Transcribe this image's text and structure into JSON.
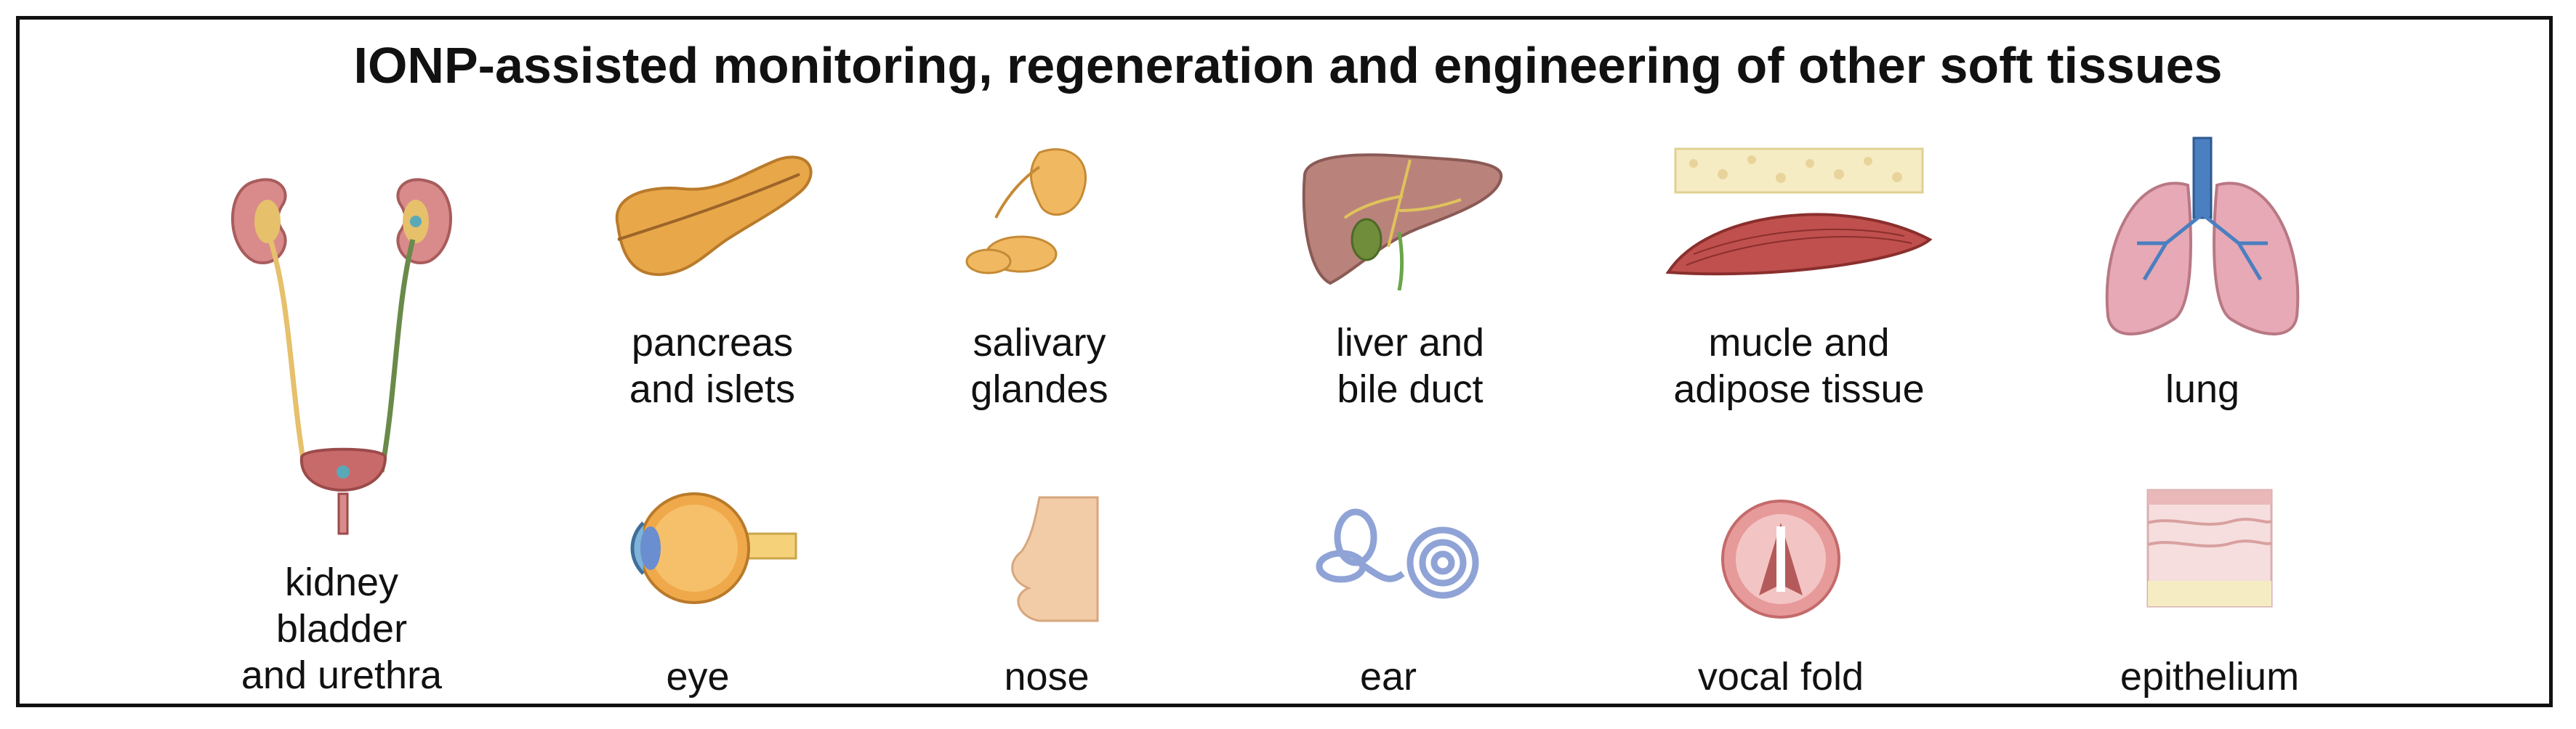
{
  "title": "IONP-assisted monitoring, regeneration and engineering of other soft tissues",
  "tissues": [
    {
      "name": "kidney-bladder-urethra",
      "lines": [
        "kidney",
        "bladder",
        "and urethra"
      ],
      "icon": "kidney-urinary-tract-icon"
    },
    {
      "name": "pancreas",
      "lines": [
        "pancreas",
        "and islets"
      ],
      "icon": "pancreas-icon"
    },
    {
      "name": "salivary",
      "lines": [
        "salivary",
        "glandes"
      ],
      "icon": "salivary-gland-icon"
    },
    {
      "name": "liver",
      "lines": [
        "liver and",
        "bile duct"
      ],
      "icon": "liver-icon"
    },
    {
      "name": "muscle",
      "lines": [
        "mucle and",
        "adipose tissue"
      ],
      "icon": "muscle-adipose-icon"
    },
    {
      "name": "lung",
      "lines": [
        "lung"
      ],
      "icon": "lung-icon"
    },
    {
      "name": "eye",
      "lines": [
        "eye"
      ],
      "icon": "eye-icon"
    },
    {
      "name": "nose",
      "lines": [
        "nose"
      ],
      "icon": "nose-icon"
    },
    {
      "name": "ear",
      "lines": [
        "ear"
      ],
      "icon": "inner-ear-icon"
    },
    {
      "name": "vocal",
      "lines": [
        "vocal fold"
      ],
      "icon": "vocal-fold-icon"
    },
    {
      "name": "epithelium",
      "lines": [
        "epithelium"
      ],
      "icon": "epithelium-icon"
    }
  ],
  "colors": {
    "organ_pink": "#d98b8b",
    "pancreas_orange": "#e8a84a",
    "liver_brown": "#b9837c",
    "muscle_red": "#c0504d",
    "lung_pink": "#e7a9b5",
    "eye_orange": "#f0a94a",
    "skin_tone": "#f2cba7",
    "ear_blue": "#8fa3d6"
  }
}
